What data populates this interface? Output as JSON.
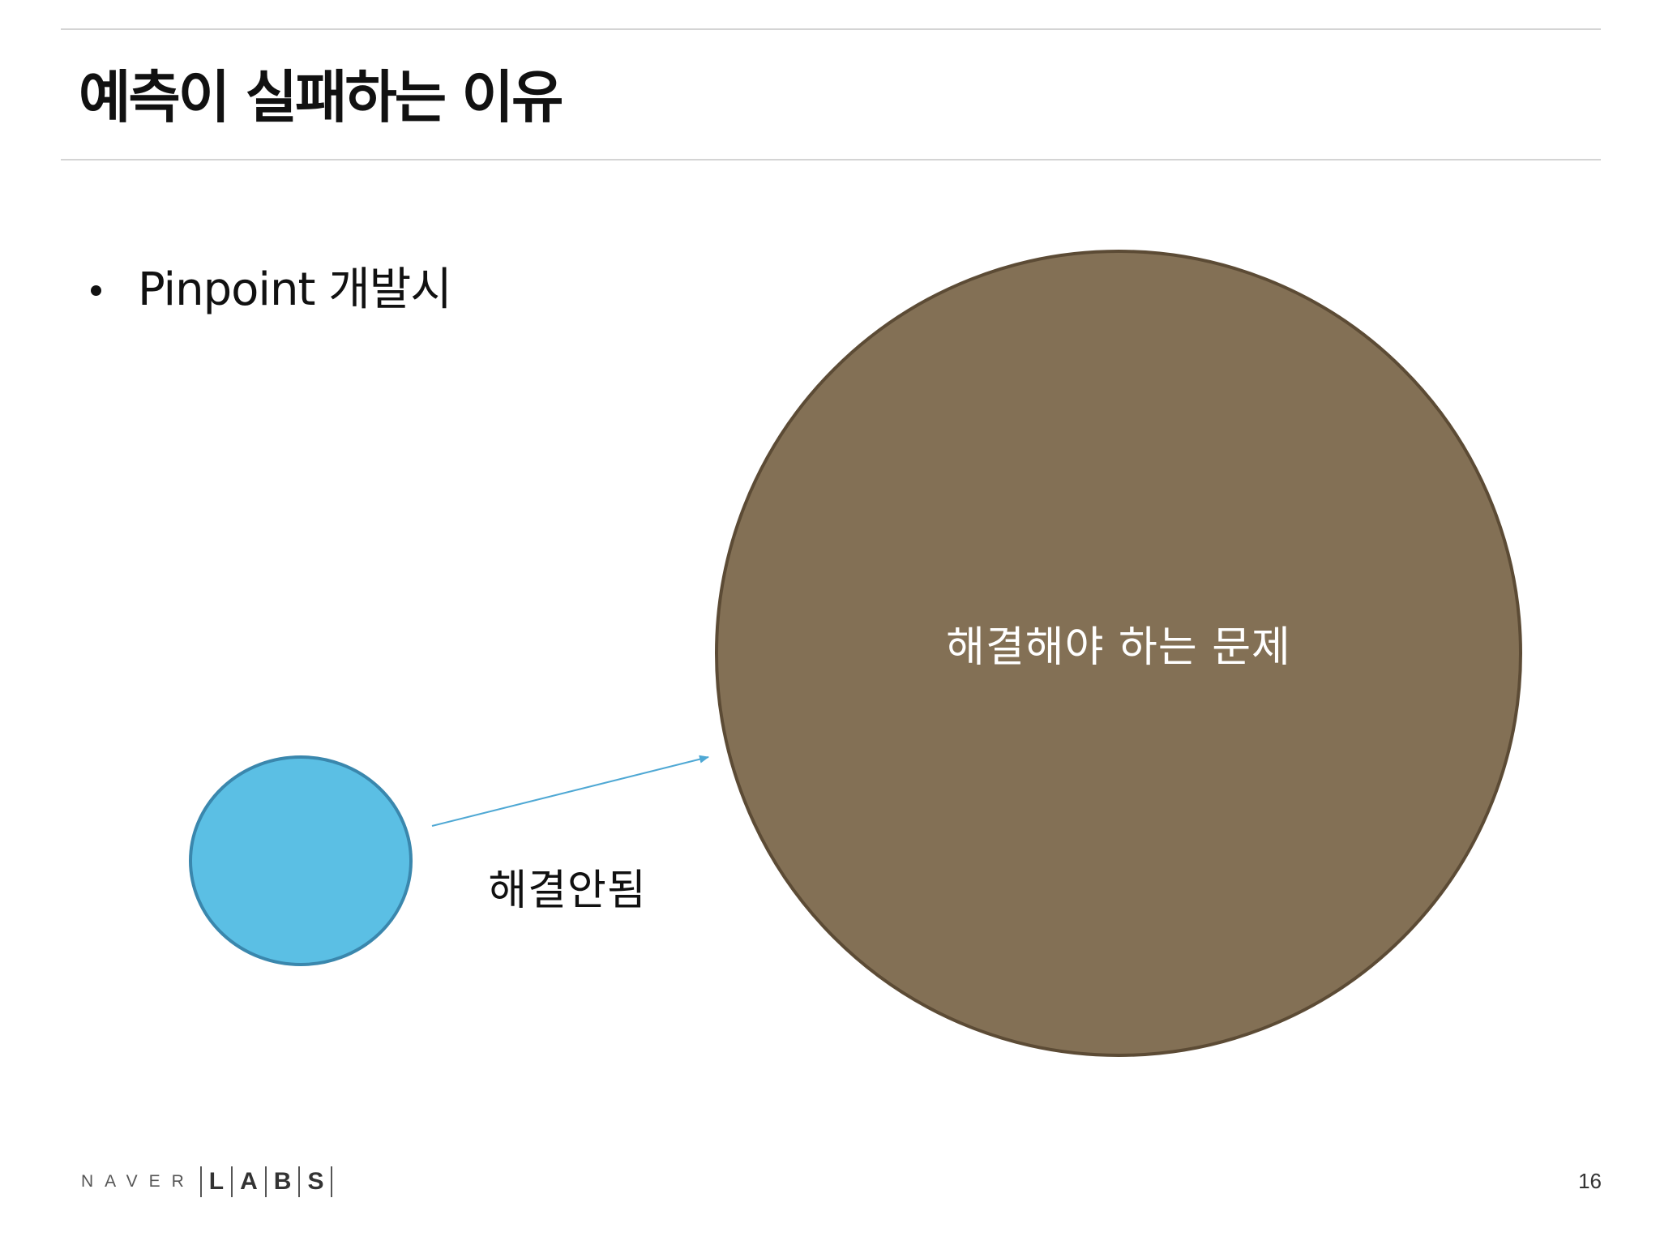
{
  "slide": {
    "title": "예측이 실패하는 이유",
    "bullet": "Pinpoint 개발시",
    "page_number": "16"
  },
  "diagram": {
    "big_circle_label": "해결해야 하는 문제",
    "arrow_label": "해결안됨",
    "colors": {
      "big_circle_fill": "#837055",
      "big_circle_stroke": "#5c4b35",
      "small_circle_fill": "#5bbfe4",
      "small_circle_stroke": "#3a87ad",
      "arrow": "#4fa8d4"
    }
  },
  "footer": {
    "logo_brand": "NAVER",
    "logo_letters": [
      "L",
      "A",
      "B",
      "S"
    ]
  }
}
